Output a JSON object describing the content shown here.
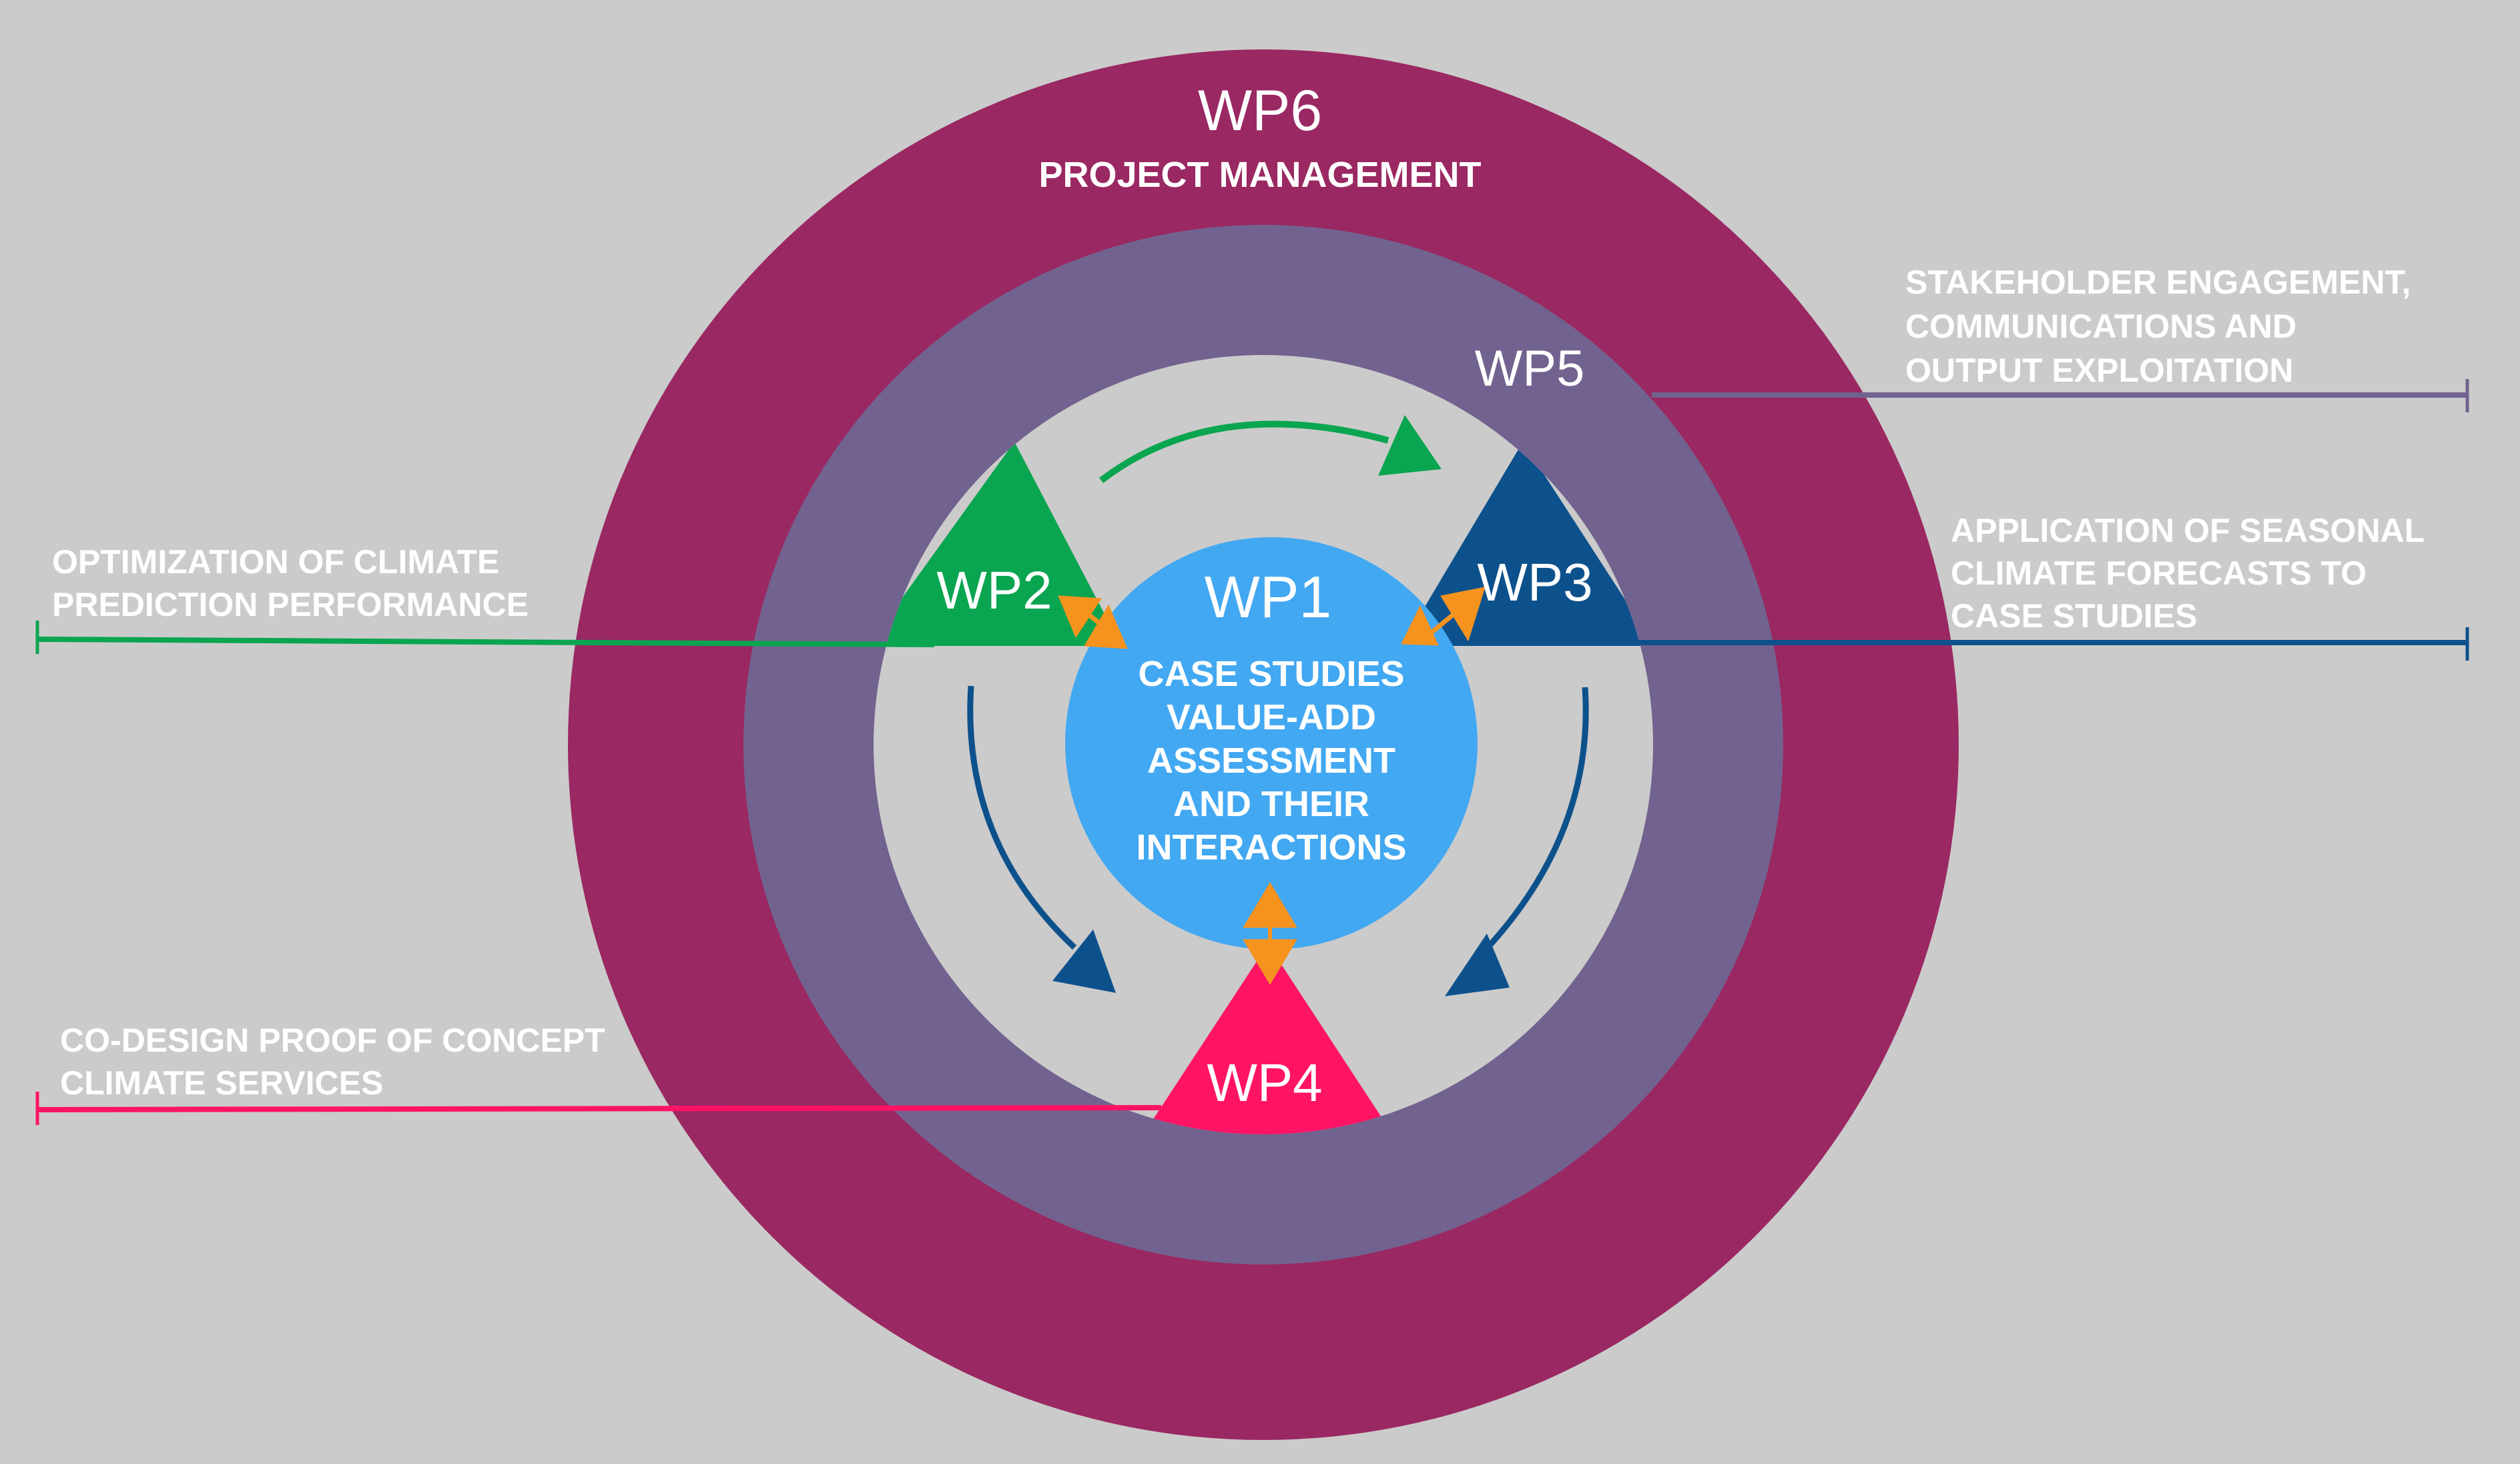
{
  "colors": {
    "background": "#cbcbcb",
    "wp6": "#9a2862",
    "wp5": "#72628f",
    "inner": "#cbcbcb",
    "wp1": "#42a8f2",
    "wp2": "#0aa550",
    "wp3": "#0d518c",
    "wp4": "#ff1465",
    "interaction_arrows": "#f6921e"
  },
  "wp6": {
    "code": "WP6",
    "title": "PROJECT MANAGEMENT"
  },
  "wp5": {
    "code": "WP5",
    "description": [
      "STAKEHOLDER  ENGAGEMENT,",
      "COMMUNICATIONS AND",
      "OUTPUT EXPLOITATION"
    ]
  },
  "wp1": {
    "code": "WP1",
    "description": [
      "CASE STUDIES",
      "VALUE-ADD",
      "ASSESSMENT",
      "AND THEIR",
      "INTERACTIONS"
    ]
  },
  "wp2": {
    "code": "WP2",
    "description": [
      "OPTIMIZATION OF CLIMATE",
      "PREDICTION PERFORMANCE"
    ]
  },
  "wp3": {
    "code": "WP3",
    "description": [
      "APPLICATION OF SEASONAL",
      "CLIMATE FORECASTS TO",
      "CASE STUDIES"
    ]
  },
  "wp4": {
    "code": "WP4",
    "description": [
      "CO-DESIGN PROOF OF CONCEPT",
      "CLIMATE SERVICES"
    ]
  }
}
